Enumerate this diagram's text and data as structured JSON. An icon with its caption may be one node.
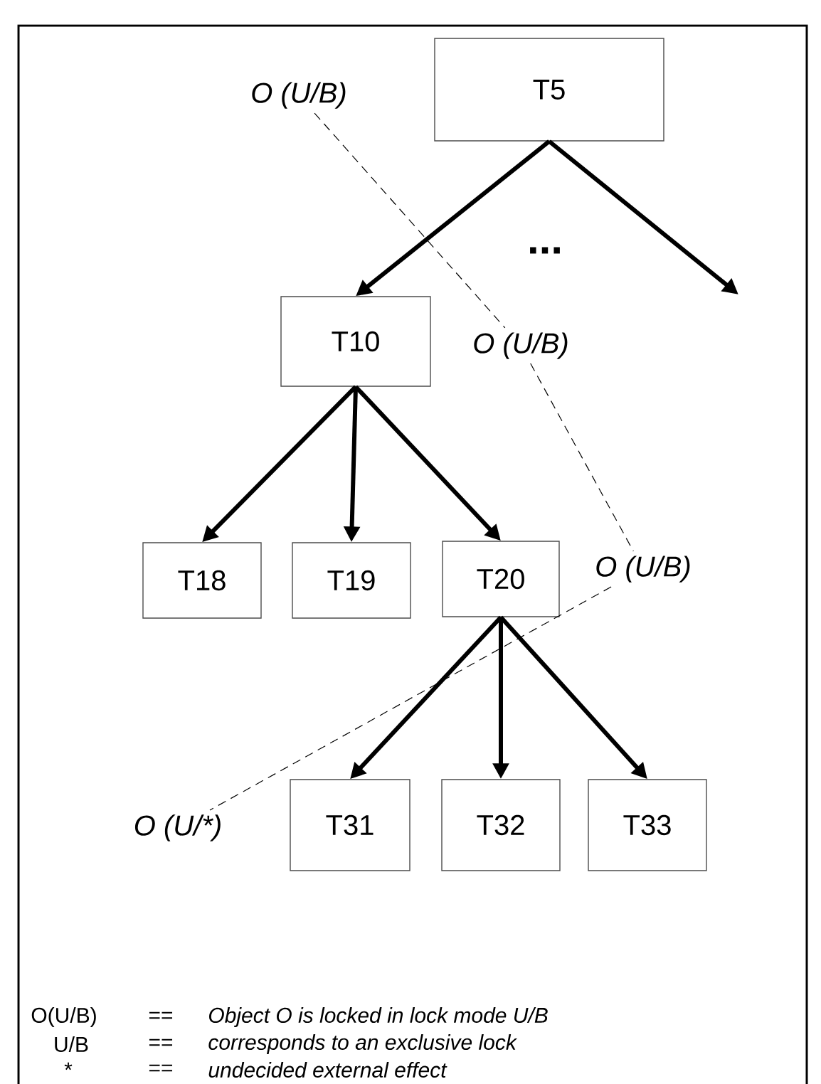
{
  "diagram": {
    "nodes": [
      {
        "text": [
          "T5"
        ]
      },
      {
        "text": [
          "T10"
        ]
      },
      {
        "text": [
          "T18"
        ]
      },
      {
        "text": [
          "T19"
        ]
      },
      {
        "text": [
          "T20"
        ]
      },
      {
        "text": [
          "T31"
        ]
      },
      {
        "text": [
          "T32"
        ]
      },
      {
        "text": [
          "T33"
        ]
      },
      {
        "text": [
          "O (U/B)"
        ]
      },
      {
        "text": [
          "O (U/B)"
        ]
      },
      {
        "text": [
          "O (U/B)"
        ]
      },
      {
        "text": [
          "O (U/*)"
        ]
      }
    ],
    "edges": [
      {
        "from": 0,
        "to": 1,
        "arrow": "to"
      },
      {
        "from": 0,
        "to": null,
        "arrow": "to"
      },
      {
        "from": 1,
        "to": 2,
        "arrow": "to"
      },
      {
        "from": 1,
        "to": 3,
        "arrow": "to"
      },
      {
        "from": 1,
        "to": 4,
        "arrow": "to"
      },
      {
        "from": 4,
        "to": 5,
        "arrow": "to"
      },
      {
        "from": 4,
        "to": 6,
        "arrow": "to"
      },
      {
        "from": 4,
        "to": 7,
        "arrow": "to"
      },
      {
        "from": 8,
        "to": 9,
        "arrow": "none",
        "style": "dashed"
      },
      {
        "from": 9,
        "to": 10,
        "arrow": "none",
        "style": "dashed"
      },
      {
        "from": 10,
        "to": 11,
        "arrow": "none",
        "style": "dashed"
      }
    ],
    "labels": [
      "...",
      "O(U/B)",
      "==",
      "Object O is locked in lock mode U/B",
      "U/B",
      "==",
      "corresponds to an exclusive lock",
      "*",
      "==",
      "undecided external effect"
    ]
  }
}
